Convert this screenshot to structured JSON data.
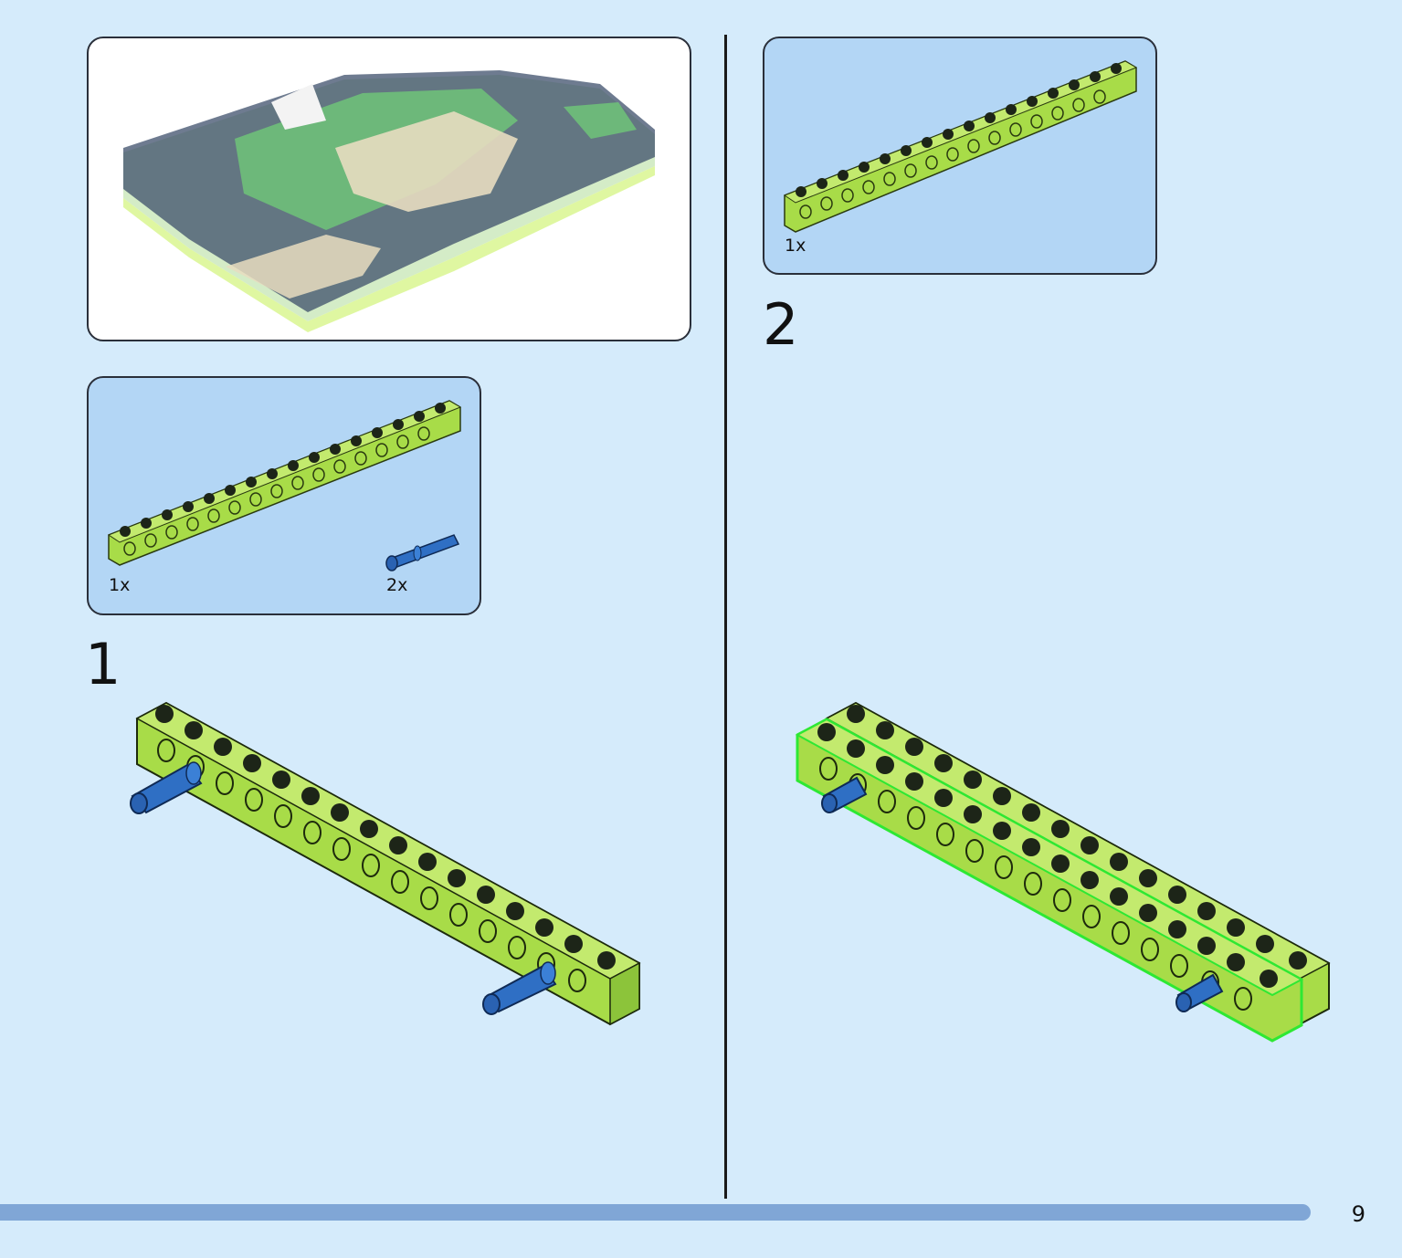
{
  "colors": {
    "page_background": "#d5ebfb",
    "parts_box_background": "#b3d6f5",
    "beam_lime": "#9ed93a",
    "pin_blue": "#2f6fc4",
    "highlight_outline": "#2ee833",
    "progress_bar": "#80a6d6"
  },
  "steps": [
    {
      "number": "1",
      "parts": [
        {
          "icon": "lime-technic-beam-icon",
          "quantity": "1x"
        },
        {
          "icon": "blue-connector-pin-icon",
          "quantity": "2x"
        }
      ]
    },
    {
      "number": "2",
      "parts": [
        {
          "icon": "lime-technic-beam-icon",
          "quantity": "1x"
        }
      ]
    }
  ],
  "page_number": "9"
}
